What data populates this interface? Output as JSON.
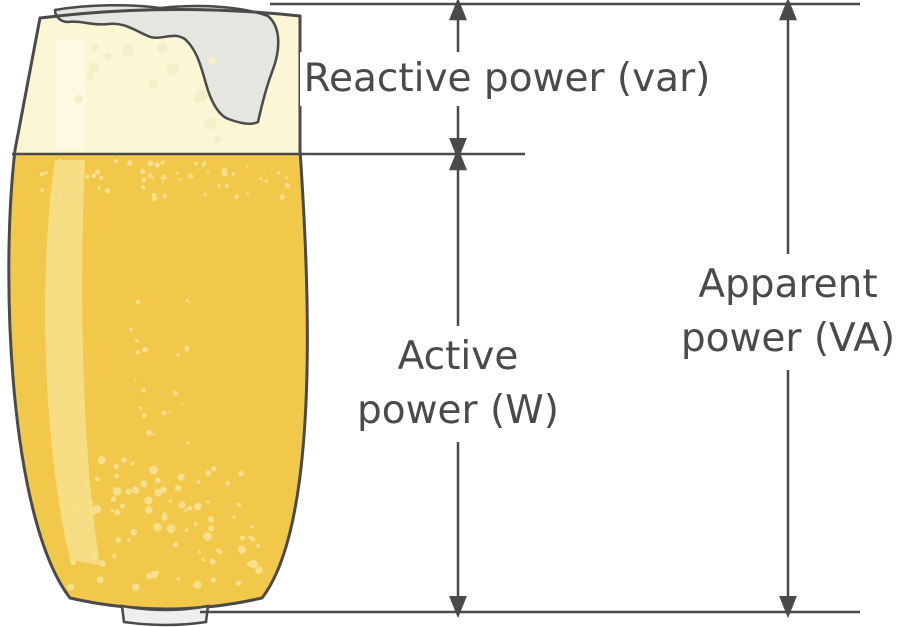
{
  "labels": {
    "reactive": "Reactive power (var)",
    "active_line1": "Active",
    "active_line2": "power (W)",
    "apparent_line1": "Apparent",
    "apparent_line2": "power (VA)"
  },
  "colors": {
    "beer": "#f2c84b",
    "beer_light": "#f7e08d",
    "foam": "#fbf6d3",
    "foam_cap": "#e5e6e0",
    "outline": "#4a4a4a",
    "text": "#4a4a4a"
  }
}
